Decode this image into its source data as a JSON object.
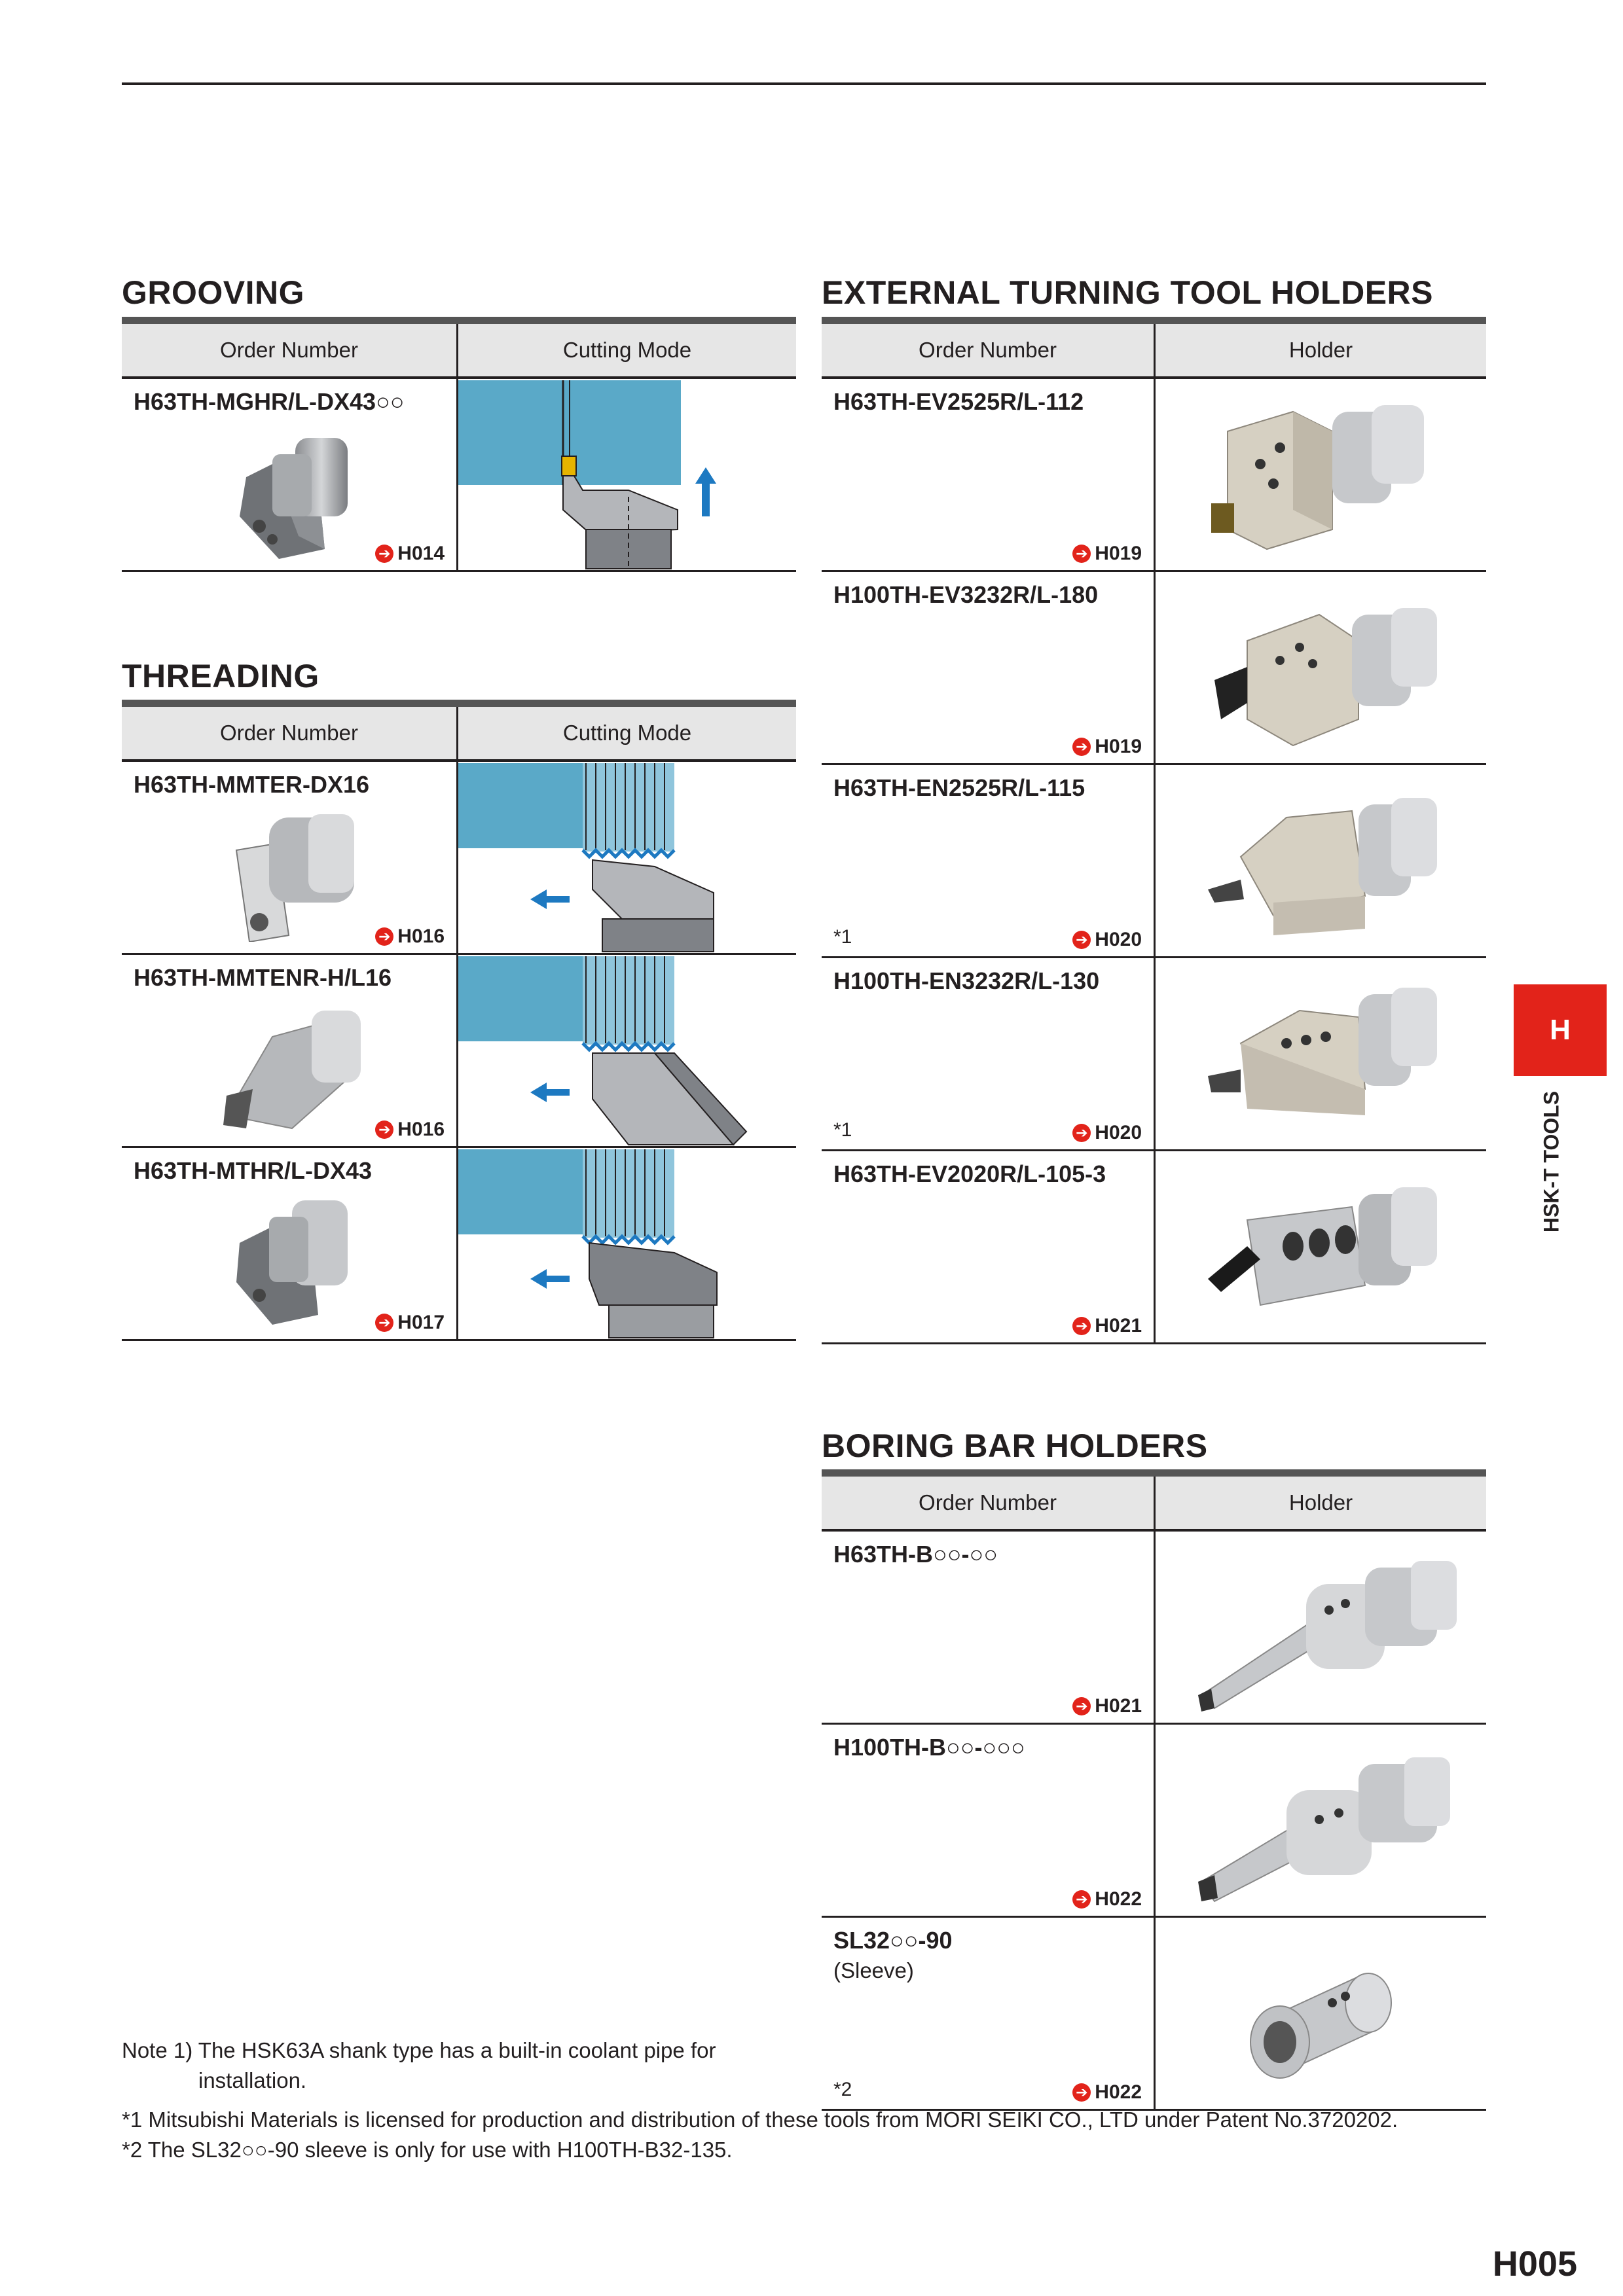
{
  "sections": {
    "grooving": {
      "title": "GROOVING",
      "h1": "Order Number",
      "h2": "Cutting Mode",
      "rows": [
        {
          "code": "H63TH-MGHR/L-DX43○○",
          "ref": "H014"
        }
      ]
    },
    "threading": {
      "title": "THREADING",
      "h1": "Order Number",
      "h2": "Cutting Mode",
      "rows": [
        {
          "code": "H63TH-MMTER-DX16",
          "ref": "H016"
        },
        {
          "code": "H63TH-MMTENR-H/L16",
          "ref": "H016"
        },
        {
          "code": "H63TH-MTHR/L-DX43",
          "ref": "H017"
        }
      ]
    },
    "external": {
      "title": "EXTERNAL TURNING TOOL HOLDERS",
      "h1": "Order Number",
      "h2": "Holder",
      "rows": [
        {
          "code": "H63TH-EV2525R/L-112",
          "ref": "H019",
          "foot": ""
        },
        {
          "code": "H100TH-EV3232R/L-180",
          "ref": "H019",
          "foot": ""
        },
        {
          "code": "H63TH-EN2525R/L-115",
          "ref": "H020",
          "foot": "*1"
        },
        {
          "code": "H100TH-EN3232R/L-130",
          "ref": "H020",
          "foot": "*1"
        },
        {
          "code": "H63TH-EV2020R/L-105-3",
          "ref": "H021",
          "foot": ""
        }
      ]
    },
    "boring": {
      "title": "BORING BAR HOLDERS",
      "h1": "Order Number",
      "h2": "Holder",
      "rows": [
        {
          "code": "H63TH-B○○-○○",
          "ref": "H021",
          "foot": "",
          "sub": ""
        },
        {
          "code": "H100TH-B○○-○○○",
          "ref": "H022",
          "foot": "",
          "sub": ""
        },
        {
          "code": "SL32○○-90",
          "ref": "H022",
          "foot": "*2",
          "sub": "(Sleeve)"
        }
      ]
    }
  },
  "side_tab": {
    "letter": "H",
    "label": "HSK-T TOOLS"
  },
  "note": {
    "line1": "Note 1) The HSK63A shank type has a built-in coolant pipe for",
    "line2": "installation."
  },
  "footnotes": {
    "f1": "*1 Mitsubishi Materials is licensed for production and distribution of these tools from MORI SEIKI CO., LTD under Patent No.3720202.",
    "f2": "*2 The SL32○○-90 sleeve is only for use with H100TH-B32-135."
  },
  "page_number": "H005",
  "colors": {
    "accent_red": "#e2231a",
    "workpiece_blue": "#5aa9c8",
    "arrow_blue": "#1d79c1",
    "header_gray": "#e6e6e6"
  }
}
